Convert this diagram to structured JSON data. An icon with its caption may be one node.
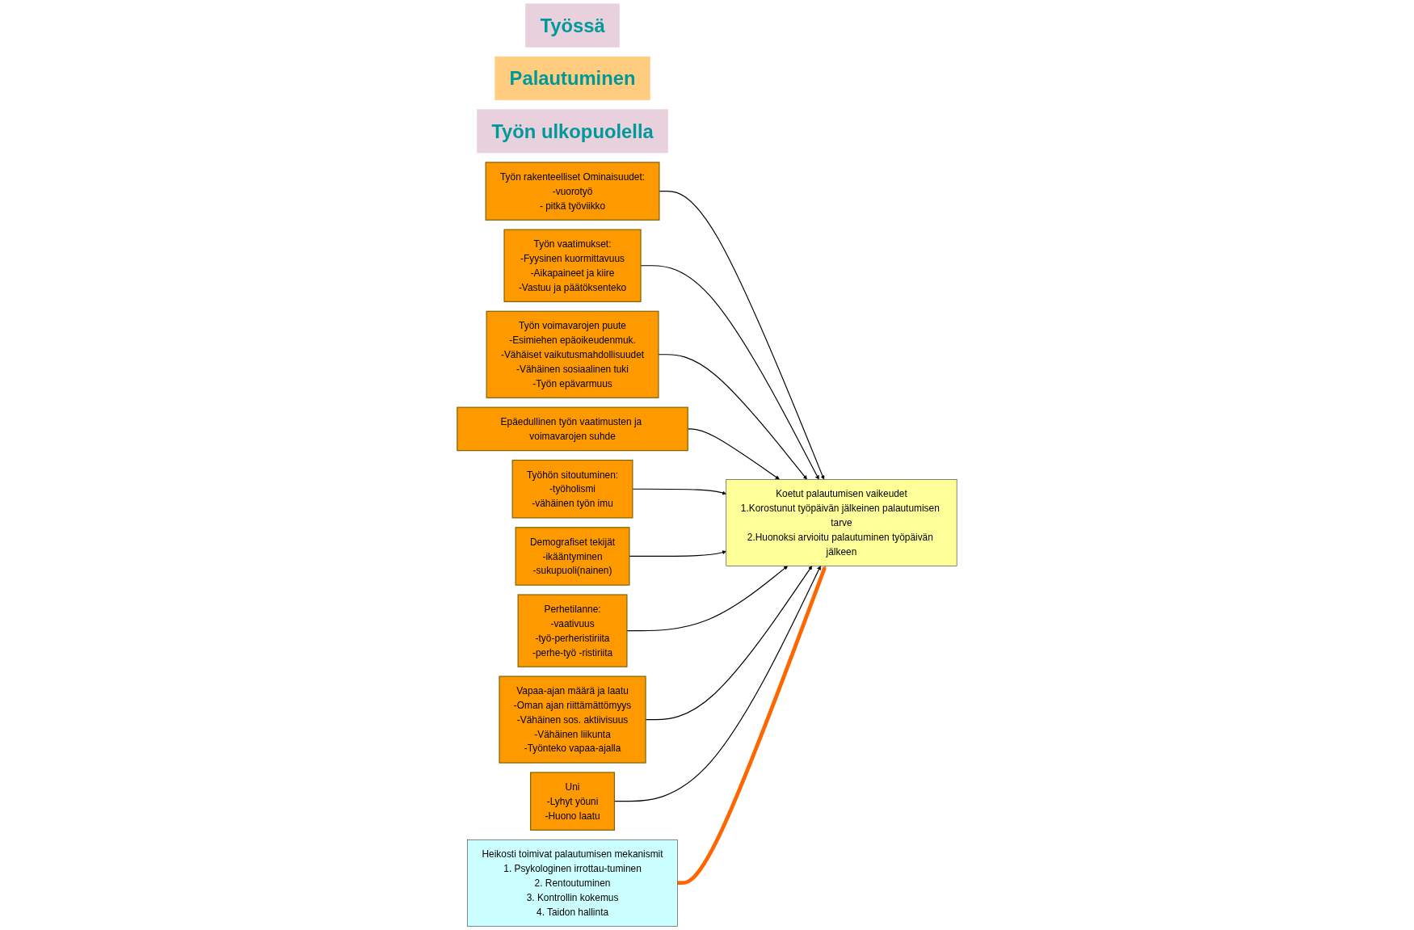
{
  "diagram": {
    "nodes": [
      {
        "text": [
          "Työssä"
        ]
      },
      {
        "text": [
          "Palautuminen"
        ]
      },
      {
        "text": [
          "Työn ulkopuolella"
        ]
      },
      {
        "text": [
          "Työn rakenteelliset Ominaisuudet:",
          "-vuorotyö",
          "- pitkä työviikko"
        ]
      },
      {
        "text": [
          "Työn vaatimukset:",
          "-Fyysinen kuormittavuus",
          "-Aikapaineet ja kiire",
          "-Vastuu ja päätöksenteko"
        ]
      },
      {
        "text": [
          "Työn voimavarojen puute",
          "-Esimiehen epäoikeudenmuk.",
          "-Vähäiset vaikutusmahdollisuudet",
          "-Vähäinen sosiaalinen tuki",
          "-Työn epävarmuus"
        ]
      },
      {
        "text": [
          "Epäedullinen työn vaatimusten ja voimavarojen suhde"
        ]
      },
      {
        "text": [
          "Työhön sitoutuminen:",
          "-työholismi",
          "-vähäinen työn imu"
        ]
      },
      {
        "text": [
          "Koetut palautumisen vaikeudet",
          "1.Korostunut työpäivän jälkeinen palautumisen tarve",
          "2.Huonoksi arvioitu palautuminen työpäivän jälkeen"
        ]
      },
      {
        "text": [
          "Heikosti toimivat palautumisen mekanismit",
          "1. Psykologinen irrottau-tuminen",
          "2. Rentoutuminen",
          "3. Kontrollin kokemus",
          "4. Taidon hallinta"
        ]
      },
      {
        "text": [
          "Demografiset tekijät",
          "-ikääntyminen",
          "-sukupuoli(nainen)"
        ]
      },
      {
        "text": [
          "Perhetilanne:",
          "-vaativuus",
          "-työ-perheristiriita",
          "-perhe-työ -ristiriita"
        ]
      },
      {
        "text": [
          "Vapaa-ajan määrä ja laatu",
          "-Oman ajan riittämättömyys",
          "-Vähäinen sos. aktiivisuus",
          "-Vähäinen liikunta",
          "-Työnteko vapaa-ajalla"
        ]
      },
      {
        "text": [
          "Uni",
          "-Lyhyt yöuni",
          "-Huono laatu"
        ]
      }
    ],
    "edges": [
      {
        "from": 3,
        "to": 8,
        "arrow": "to"
      },
      {
        "from": 4,
        "to": 8,
        "arrow": "to"
      },
      {
        "from": 5,
        "to": 8,
        "arrow": "to"
      },
      {
        "from": 6,
        "to": 8,
        "arrow": "to"
      },
      {
        "from": 7,
        "to": 8,
        "arrow": "to"
      },
      {
        "from": 10,
        "to": 8,
        "arrow": "to"
      },
      {
        "from": 11,
        "to": 8,
        "arrow": "to"
      },
      {
        "from": 12,
        "to": 8,
        "arrow": "to"
      },
      {
        "from": 13,
        "to": 8,
        "arrow": "to"
      },
      {
        "from": 9,
        "to": 8,
        "arrow": "to",
        "style": "thick",
        "color": "#ff6600"
      }
    ]
  }
}
